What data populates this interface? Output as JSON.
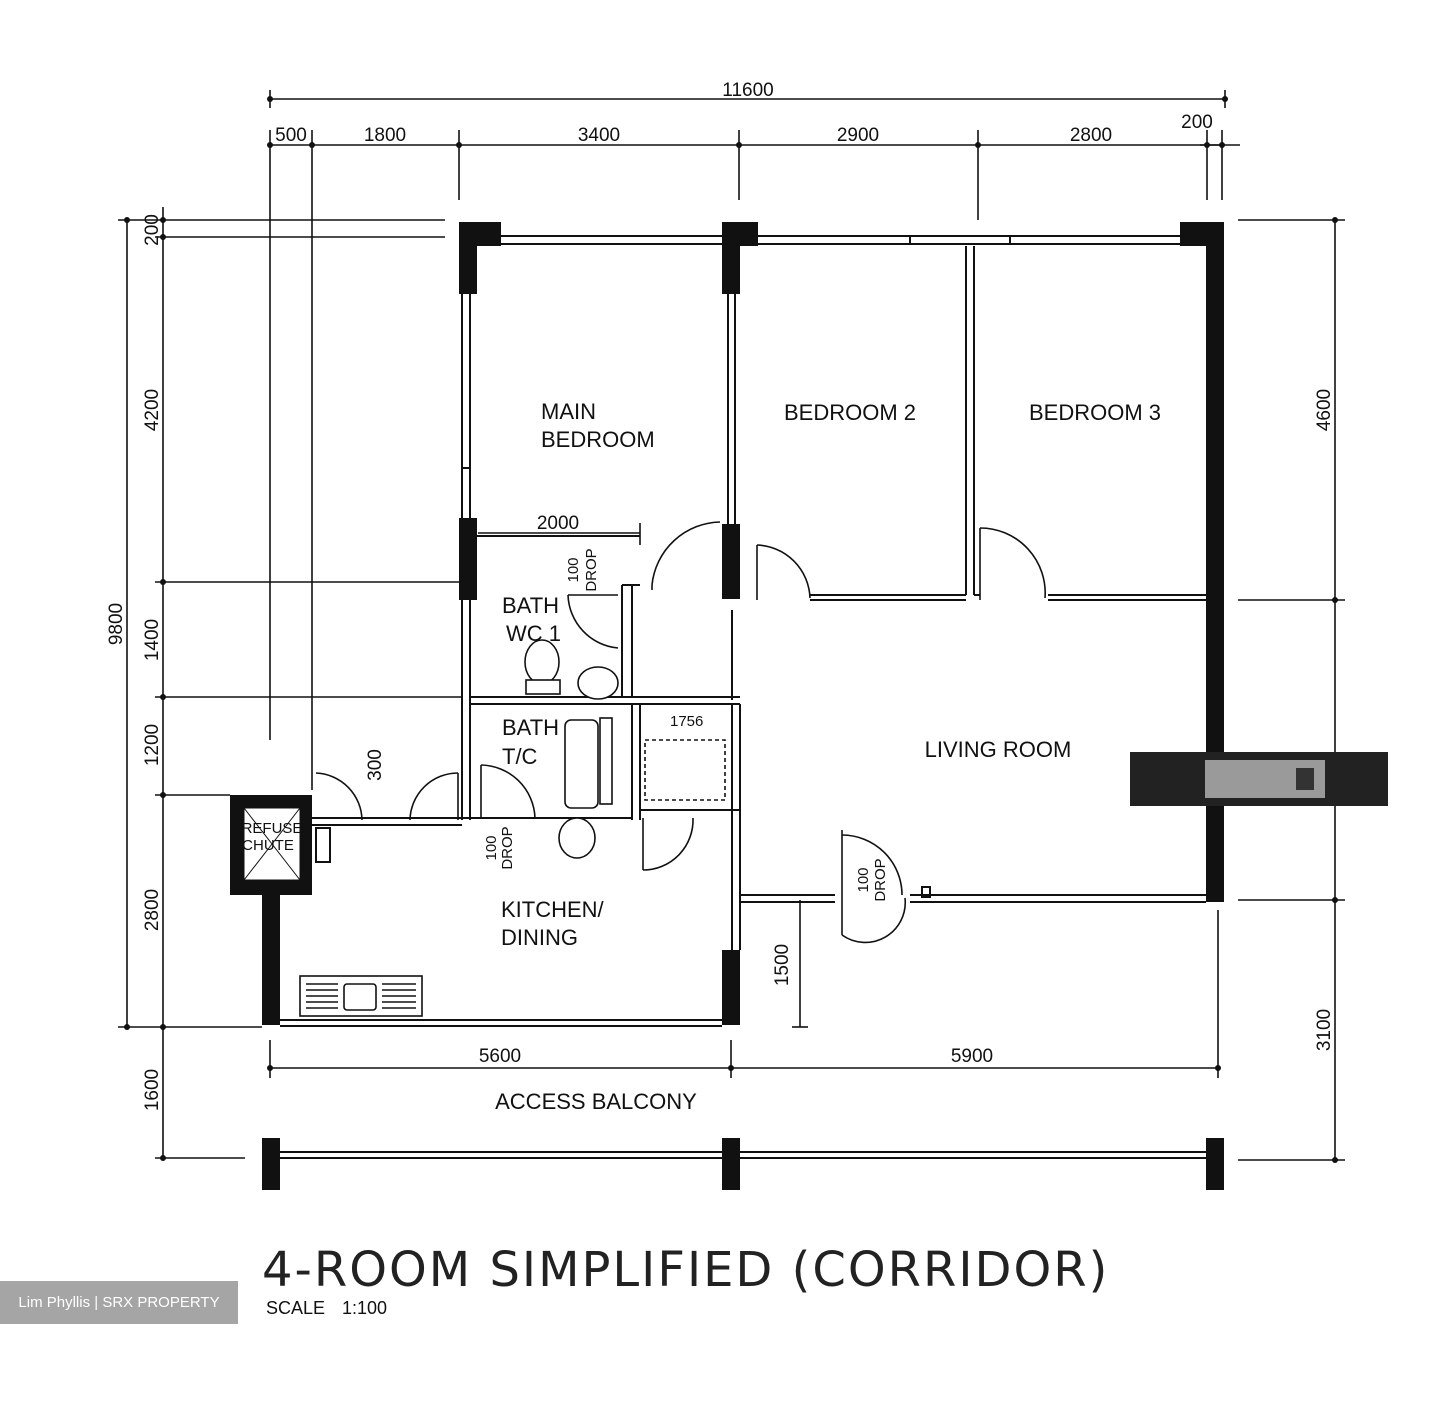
{
  "plan": {
    "title": "4-ROOM SIMPLIFIED (CORRIDOR)",
    "scale_label": "SCALE",
    "scale_value": "1:100"
  },
  "dimensions": {
    "overall_width": "11600",
    "d500": "500",
    "d1800": "1800",
    "d3400": "3400",
    "d2900": "2900",
    "d2800_top": "2800",
    "d200_top": "200",
    "d200_left": "200",
    "d4200": "4200",
    "d9800": "9800",
    "d1400": "1400",
    "d1200": "1200",
    "d2800_left": "2800",
    "d1600": "1600",
    "d4600": "4600",
    "d3100": "3100",
    "d5600": "5600",
    "d5900": "5900",
    "d2000": "2000",
    "d1500": "1500",
    "d300": "300"
  },
  "rooms": {
    "main_bedroom_1": "MAIN",
    "main_bedroom_2": "BEDROOM",
    "bedroom2": "BEDROOM 2",
    "bedroom3": "BEDROOM 3",
    "living_room": "LIVING ROOM",
    "bath1_a": "BATH",
    "bath1_b": "WC 1",
    "bath2_a": "BATH",
    "bath2_b": "T/C",
    "kitchen_a": "KITCHEN/",
    "kitchen_b": "DINING",
    "access_balcony": "ACCESS BALCONY",
    "refuse_a": "REFUSE",
    "refuse_b": "CHUTE"
  },
  "notes": {
    "drop1_a": "100",
    "drop1_b": "DROP",
    "drop2_a": "100",
    "drop2_b": "DROP",
    "drop3_a": "100",
    "drop3_b": "DROP"
  },
  "watermark": "Lim Phyllis | SRX PROPERTY"
}
